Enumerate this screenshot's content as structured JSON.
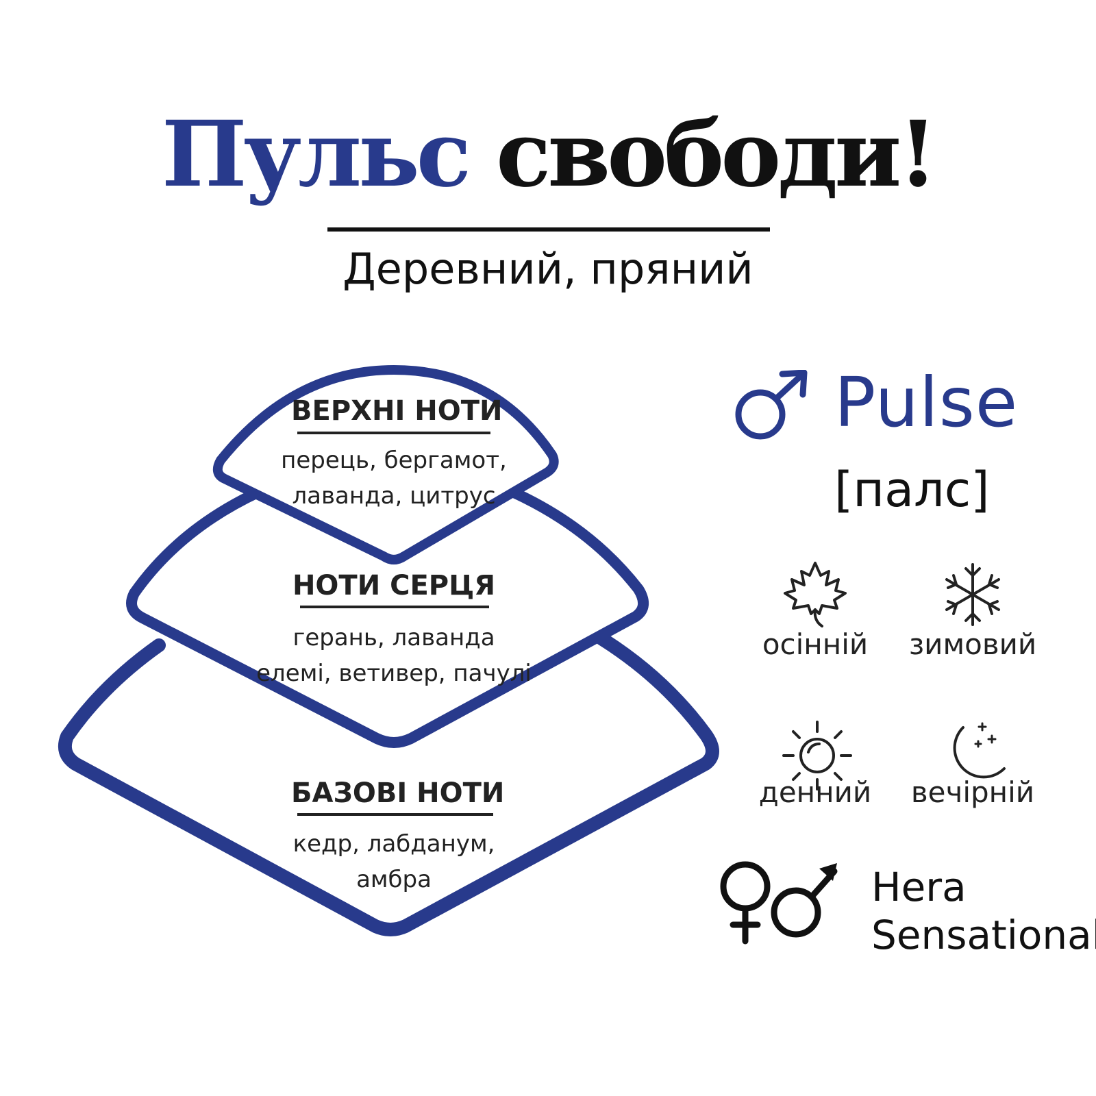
{
  "title": {
    "word1": "Пульс",
    "word2": "свободи!"
  },
  "subtitle": "Деревний, пряний",
  "pyramid": {
    "top": {
      "heading": "ВЕРХНІ НОТИ",
      "lines": [
        "перець, бергамот,",
        "лаванда, цитрус"
      ]
    },
    "middle": {
      "heading": "НОТИ СЕРЦЯ",
      "lines": [
        "герань, лаванда",
        "елемі, ветивер, пачулі"
      ]
    },
    "base": {
      "heading": "БАЗОВІ НОТИ",
      "lines": [
        "кедр, лабданум,",
        "амбра"
      ]
    }
  },
  "product": {
    "gender_icon": "male-symbol-icon",
    "name": "Pulse",
    "pronunciation": "[палс]"
  },
  "badges": [
    {
      "icon": "maple-leaf-icon",
      "label": "осінній"
    },
    {
      "icon": "snowflake-icon",
      "label": "зимовий"
    },
    {
      "icon": "sun-icon",
      "label": "денний"
    },
    {
      "icon": "moon-stars-icon",
      "label": "вечірній"
    }
  ],
  "similar": {
    "icon": "female-male-symbols-icon",
    "lines": [
      "Hera",
      "Sensational"
    ]
  },
  "colors": {
    "accent": "#283a8c",
    "text": "#1b1b1b"
  }
}
